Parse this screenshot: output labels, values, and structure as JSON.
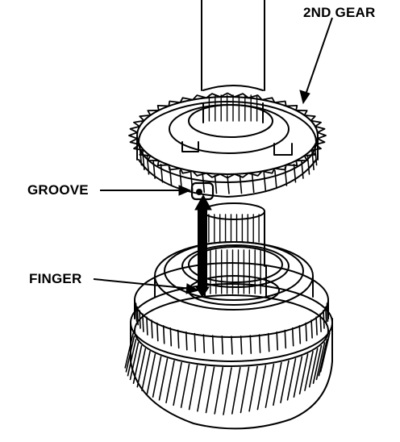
{
  "labels": {
    "second_gear": "2ND GEAR",
    "groove": "GROOVE",
    "finger": "FINGER"
  },
  "colors": {
    "ink": "#000000",
    "paper": "#ffffff"
  }
}
